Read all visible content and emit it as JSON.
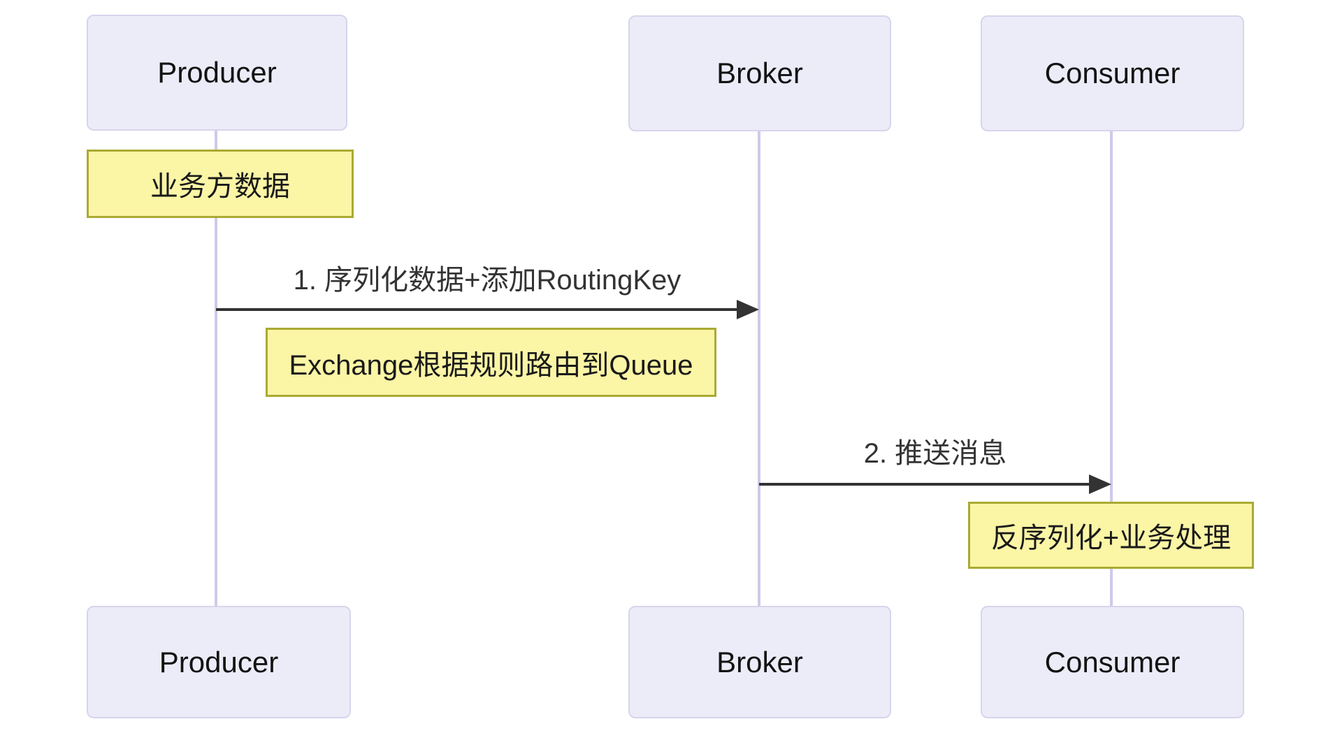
{
  "diagram": {
    "type": "sequence-diagram",
    "actors": [
      {
        "id": "producer",
        "label": "Producer"
      },
      {
        "id": "broker",
        "label": "Broker"
      },
      {
        "id": "consumer",
        "label": "Consumer"
      }
    ],
    "notes": [
      {
        "id": "business-data",
        "over": "producer",
        "text": "业务方数据"
      },
      {
        "id": "exchange-routing",
        "over": "producer-broker-span",
        "text": "Exchange根据规则路由到Queue"
      },
      {
        "id": "deserialize-process",
        "over": "consumer",
        "text": "反序列化+业务处理"
      }
    ],
    "messages": [
      {
        "id": "1",
        "from": "producer",
        "to": "broker",
        "label": "1. 序列化数据+添加RoutingKey"
      },
      {
        "id": "2",
        "from": "broker",
        "to": "consumer",
        "label": "2. 推送消息"
      }
    ],
    "colors": {
      "background": "#FFFFFF",
      "actor_fill": "#ECECF9",
      "actor_border": "#D8D4EC",
      "lifeline": "#CFC9EA",
      "note_fill": "#FBF5A6",
      "note_border": "#AAAA33",
      "message": "#333333"
    }
  }
}
